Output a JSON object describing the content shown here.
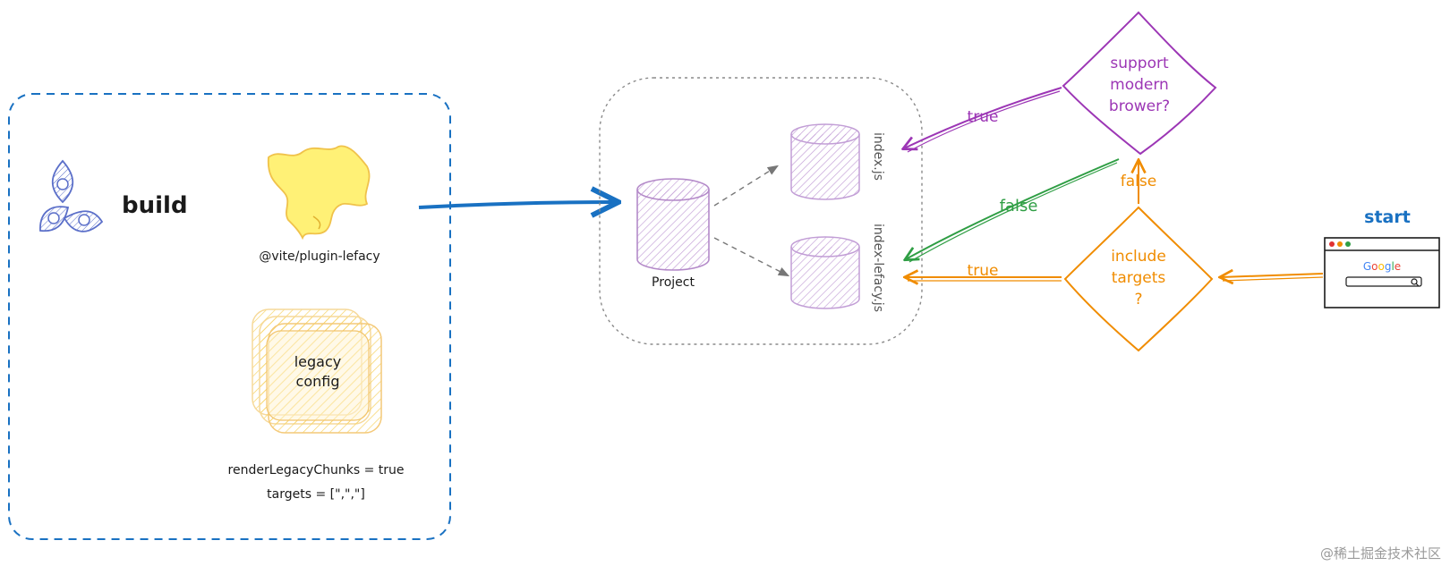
{
  "build_panel": {
    "title": "build",
    "plugin_label": "@vite/plugin-lefacy",
    "config_line1": "legacy",
    "config_line2": "config",
    "option_line1": "renderLegacyChunks = true",
    "option_line2": "targets = [\",\",\"]"
  },
  "project_panel": {
    "project_label": "Project",
    "file_index": "index.js",
    "file_legacy": "index-lefacy.js"
  },
  "decisions": {
    "modern_line1": "support",
    "modern_line2": "modern",
    "modern_line3": "brower?",
    "targets_line1": "include",
    "targets_line2": "targets",
    "targets_line3": "?"
  },
  "edges": {
    "modern_true": "true",
    "modern_false": "false",
    "targets_false": "false",
    "targets_true": "true"
  },
  "start": {
    "label": "start",
    "browser_brand": "Google"
  },
  "watermark": "@稀土掘金技术社区",
  "colors": {
    "build_border": "#1971c2",
    "purple": "#9c36b5",
    "orange": "#f08c00",
    "green": "#2f9e44",
    "blue": "#1971c2",
    "cylinder": "#c29ed6",
    "yellow": "#fff176"
  },
  "icons": [
    "vite-plugin-icon",
    "legacy-blob-icon",
    "browser-window-icon",
    "search-icon"
  ]
}
